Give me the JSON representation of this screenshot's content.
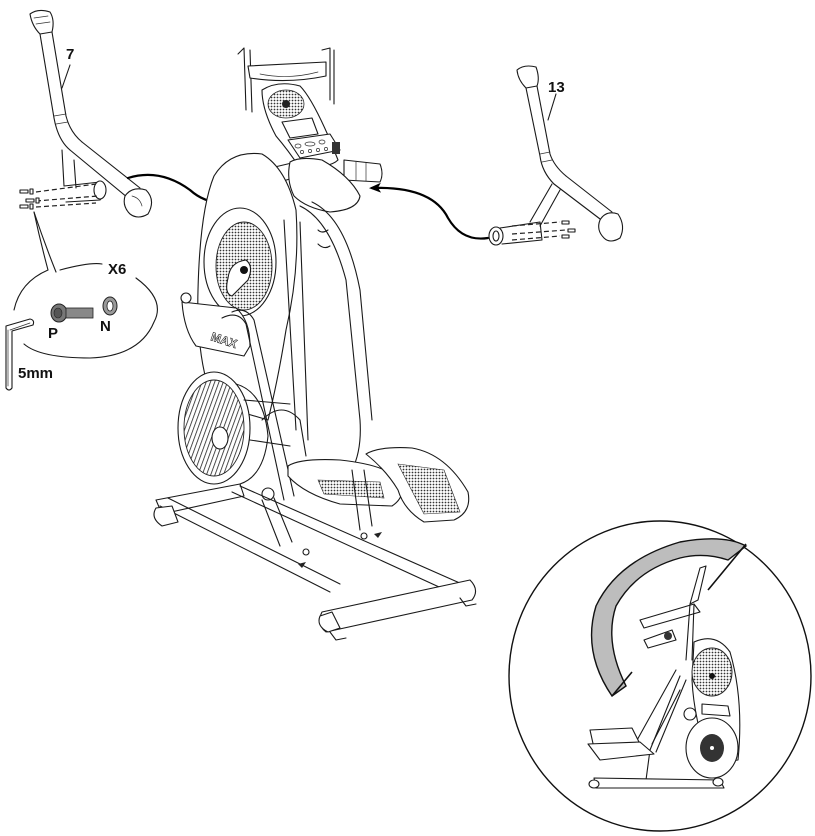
{
  "diagram": {
    "type": "assembly-instruction",
    "subject": "elliptical trainer handlebar assembly",
    "parts": [
      {
        "id": "7",
        "label": "7",
        "description": "left upper handlebar arm"
      },
      {
        "id": "13",
        "label": "13",
        "description": "right upper handlebar arm"
      }
    ],
    "hardware_callout": {
      "quantity": "X6",
      "items": [
        {
          "id": "P",
          "label": "P",
          "description": "hex socket bolt"
        },
        {
          "id": "N",
          "label": "N",
          "description": "washer"
        }
      ],
      "tool": {
        "label": "5mm",
        "description": "hex / allen key"
      }
    },
    "arrows": [
      {
        "from": "part-7",
        "to": "left-pivot",
        "description": "attach left arm"
      },
      {
        "from": "part-13",
        "to": "right-pivot",
        "description": "attach right arm"
      }
    ],
    "inset": {
      "description": "side view of assembled machine showing handlebar range of motion",
      "arc_color": "#bdbdbd"
    },
    "branding": {
      "logo_text": "MAX"
    },
    "colors": {
      "line": "#1a1a1a",
      "background": "#ffffff",
      "motion_arc": "#bdbdbd",
      "fan_hatch": "#444444"
    }
  }
}
